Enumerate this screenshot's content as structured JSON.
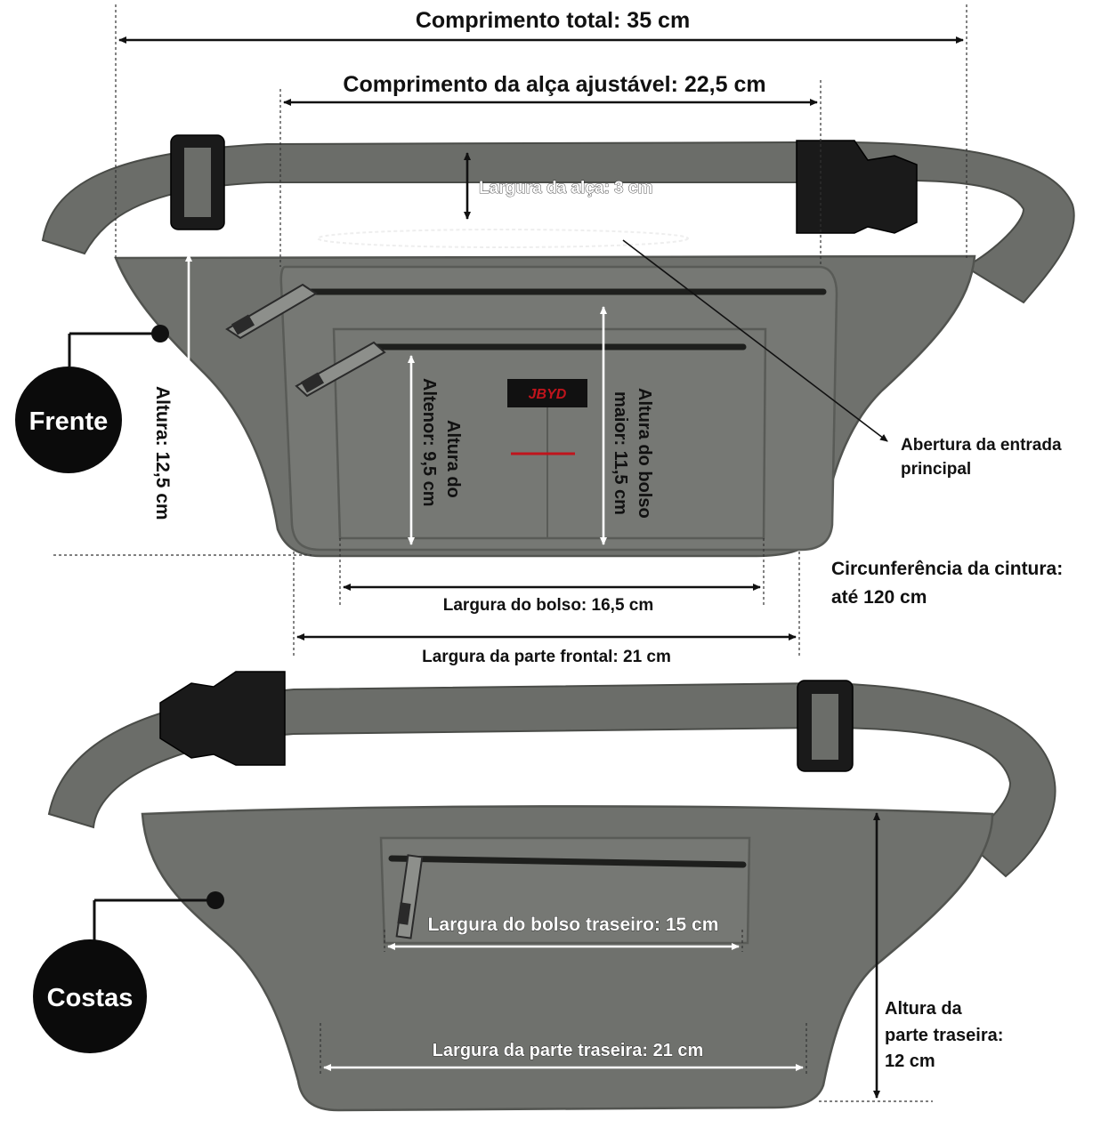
{
  "labels": {
    "total_length": "Comprimento total: 35 cm",
    "adjustable_strap_length": "Comprimento da alça ajustável: 22,5 cm",
    "strap_width": "Largura da alça: 3 cm",
    "main_opening_line1": "Abertura da entrada",
    "main_opening_line2": "principal",
    "height": "Altura: 12,5 cm",
    "front_pocket_height_line1": "Altura do",
    "front_pocket_height_line2": "Altenor: 9,5 cm",
    "big_pocket_height_line1": "Altura do bolso",
    "big_pocket_height_line2": "maior: 11,5 cm",
    "waist_line1": "Circunferência da cintura:",
    "waist_line2": "até 120 cm",
    "pocket_width": "Largura do bolso: 16,5  cm",
    "front_width": "Largura da parte frontal: 21 cm",
    "back_pocket_width": "Largura do bolso traseiro: 15 cm",
    "back_width": "Largura da parte traseira: 21 cm",
    "back_height_line1": "Altura da",
    "back_height_line2": "parte traseira:",
    "back_height_line3": "12 cm"
  },
  "badges": {
    "front": "Frente",
    "back": "Costas"
  },
  "brand_tag": "JBYD",
  "colors": {
    "fabric": "#6f716d",
    "strap": "#6b6d69",
    "buckle": "#1a1a1a",
    "brand_red": "#c0141c"
  }
}
